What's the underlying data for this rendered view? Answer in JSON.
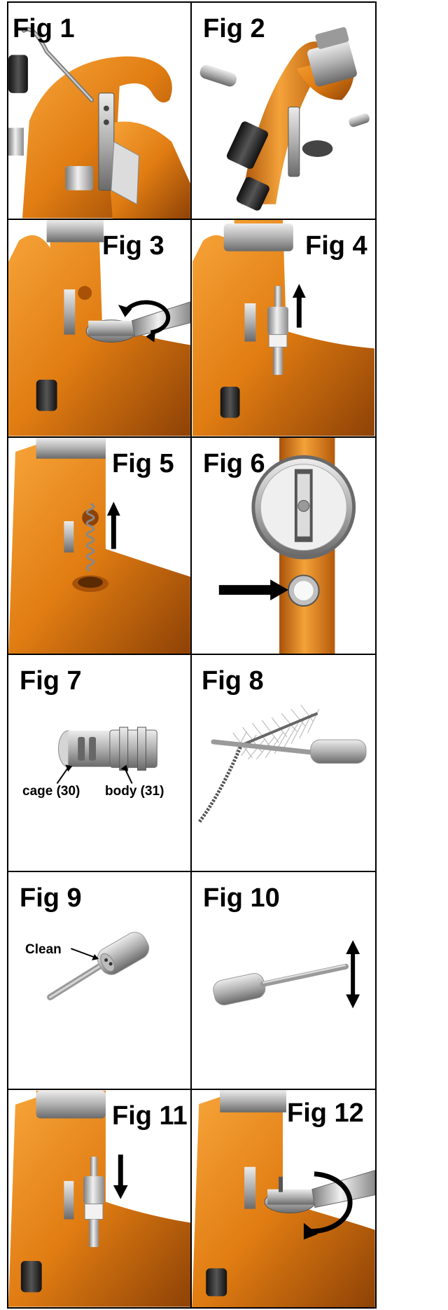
{
  "figures": [
    {
      "label": "Fig 1"
    },
    {
      "label": "Fig 2"
    },
    {
      "label": "Fig 3"
    },
    {
      "label": "Fig 4"
    },
    {
      "label": "Fig 5"
    },
    {
      "label": "Fig 6"
    },
    {
      "label": "Fig 7",
      "callouts": [
        "cage (30)",
        "body (31)"
      ]
    },
    {
      "label": "Fig 8"
    },
    {
      "label": "Fig 9",
      "callouts": [
        "Clean"
      ]
    },
    {
      "label": "Fig 10"
    },
    {
      "label": "Fig 11"
    },
    {
      "label": "Fig 12"
    }
  ],
  "colors": {
    "gun_orange": "#e07c12",
    "gun_dark": "#9a4a06",
    "metal": "#b8b8b8",
    "arrow": "#000000"
  }
}
